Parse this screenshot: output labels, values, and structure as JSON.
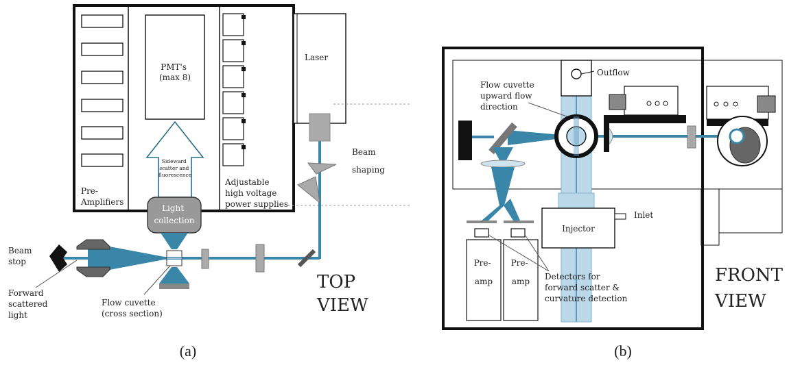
{
  "panel_a": {
    "caption": "(a)",
    "pmt": [
      "PMT's",
      "(max 8)"
    ],
    "sideward": [
      "Sideward",
      "scatter and",
      "fluorescence"
    ],
    "pre_amplifiers": [
      "Pre-",
      "Amplifiers"
    ],
    "light_collection": [
      "Light",
      "collection"
    ],
    "power_supplies": [
      "Adjustable",
      "high voltage",
      "power supplies"
    ],
    "laser": "Laser",
    "beam_shaping": [
      "Beam",
      "shaping"
    ],
    "beam_stop": [
      "Beam",
      "stop"
    ],
    "forward_scattered": [
      "Forward",
      "scattered",
      "light"
    ],
    "flow_cuvette": [
      "Flow cuvette",
      "(cross section)"
    ],
    "view_label": [
      "TOP",
      "VIEW"
    ]
  },
  "panel_b": {
    "caption": "(b)",
    "outflow": "Outflow",
    "flow_cuvette": [
      "Flow cuvette",
      "upward flow",
      "direction"
    ],
    "injector": "Injector",
    "inlet": "Inlet",
    "preamp_left": [
      "Pre-",
      "amp"
    ],
    "preamp_right": [
      "Pre-",
      "amp"
    ],
    "detectors": [
      "Detectors for",
      "forward scatter &",
      "curvature detection"
    ],
    "view_label": [
      "FRONT",
      "VIEW"
    ]
  },
  "colors": {
    "beam": "#3a86a8",
    "beam_dark": "#2a6d8c",
    "grey": "#a9a9a9",
    "outline": "#111111",
    "cuvette": "#bcd9ea"
  }
}
